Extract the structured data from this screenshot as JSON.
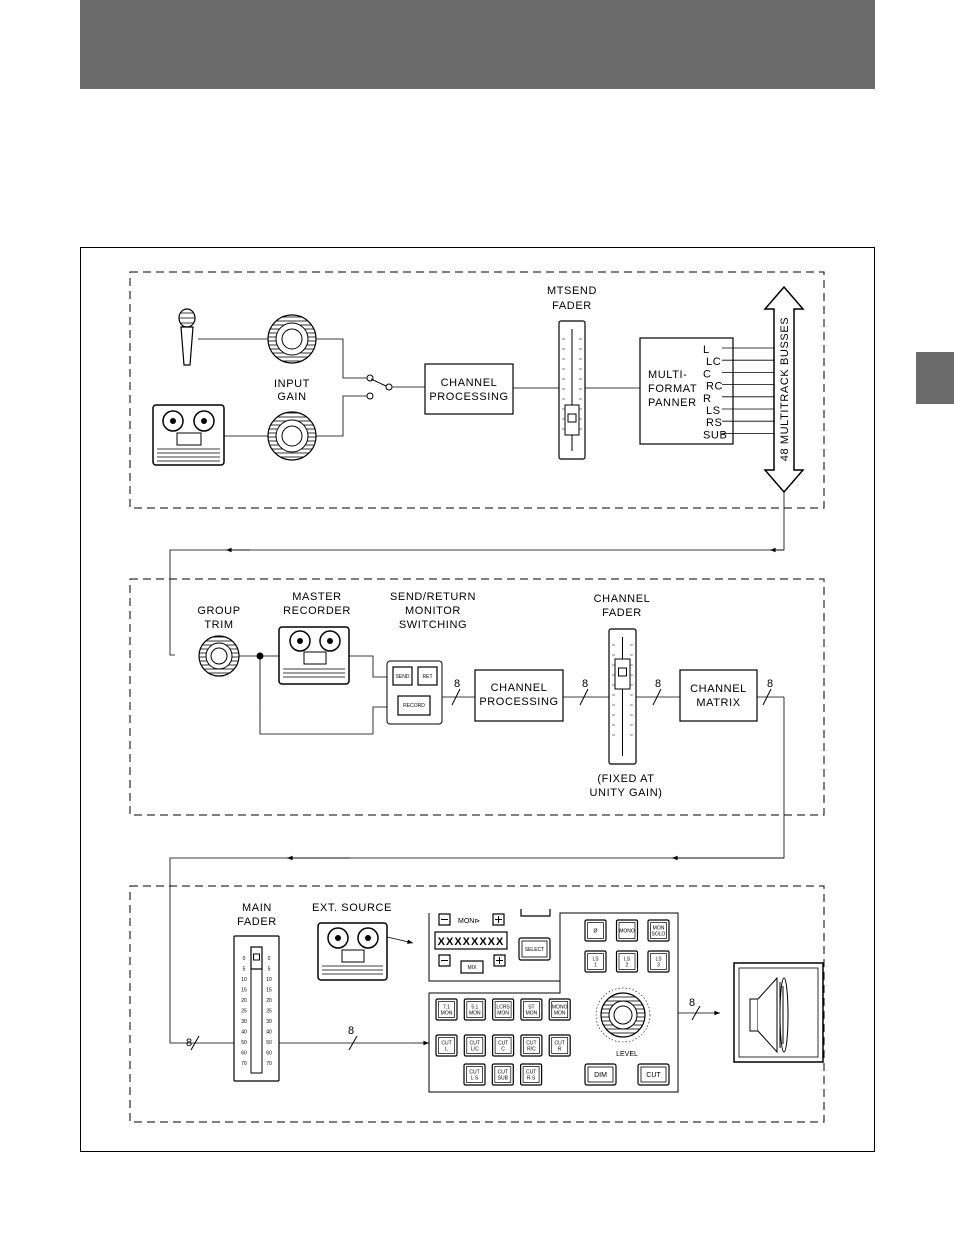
{
  "section1": {
    "input_gain": [
      "INPUT",
      "GAIN"
    ],
    "channel_processing": [
      "CHANNEL",
      "PROCESSING"
    ],
    "mtsend_fader": [
      "MTSEND",
      "FADER"
    ],
    "panner": [
      "MULTI-",
      "FORMAT",
      "PANNER"
    ],
    "panner_outputs": [
      "L",
      "LC",
      "C",
      "RC",
      "R",
      "LS",
      "RS",
      "SUB"
    ],
    "busses": "48 MULTITRACK BUSSES"
  },
  "section2": {
    "group_trim": [
      "GROUP",
      "TRIM"
    ],
    "master_recorder": [
      "MASTER",
      "RECORDER"
    ],
    "switching": [
      "SEND/RETURN",
      "MONITOR",
      "SWITCHING"
    ],
    "buttons": {
      "send": "SEND",
      "ret": "RET",
      "record": "RECORD"
    },
    "bus_width": "8",
    "channel_processing": [
      "CHANNEL",
      "PROCESSING"
    ],
    "channel_fader": [
      "CHANNEL",
      "FADER"
    ],
    "fixed_note": [
      "(FIXED AT",
      "UNITY GAIN)"
    ],
    "channel_matrix": [
      "CHANNEL",
      "MATRIX"
    ]
  },
  "section3": {
    "main_fader": [
      "MAIN",
      "FADER"
    ],
    "fader_scale": [
      "0",
      "5",
      "10",
      "15",
      "20",
      "25",
      "30",
      "40",
      "50",
      "60",
      "70"
    ],
    "ext_source": "EXT. SOURCE",
    "mon_label": "MON⊳",
    "display": "XXXXXXXX",
    "select_button": "SELECT",
    "mix_button": "MIX",
    "bus_width": "8",
    "monitor_buttons_top": [
      "Ø",
      "MONO",
      "MON SOLO"
    ],
    "monitor_buttons_ls": [
      "LS 1",
      "LS 2",
      "LS 3"
    ],
    "mon_buttons": [
      "7.1 MON",
      "5.1 MON",
      "LCRS MON",
      "ST MON",
      "MONO MON"
    ],
    "cut_row1": [
      "CUT L",
      "CUT L/C",
      "CUT C",
      "CUT R/C",
      "CUT R"
    ],
    "cut_row2": [
      "CUT L S",
      "CUT SUB",
      "CUT R S"
    ],
    "level_label": "LEVEL",
    "dim_button": "DIM",
    "cut_button": "CUT"
  }
}
